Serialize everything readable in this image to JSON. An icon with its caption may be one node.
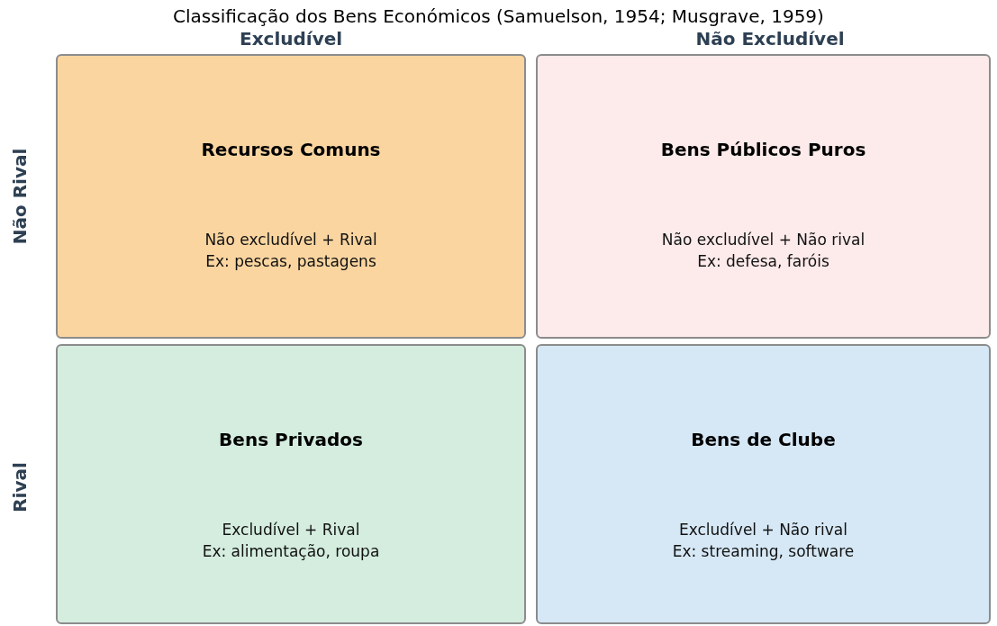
{
  "diagram": {
    "title": "Classificação dos Bens Económicos (Samuelson, 1954; Musgrave, 1959)",
    "nodes": [
      {
        "text": [
          "Recursos Comuns",
          "Não excludível + Rival",
          "Ex: pescas, pastagens"
        ]
      },
      {
        "text": [
          "Bens Públicos Puros",
          "Não excludível + Não rival",
          "Ex: defesa, faróis"
        ]
      },
      {
        "text": [
          "Bens Privados",
          "Excludível + Rival",
          "Ex: alimentação, roupa"
        ]
      },
      {
        "text": [
          "Bens de Clube",
          "Excludível + Não rival",
          "Ex: streaming, software"
        ]
      }
    ],
    "labels": [
      "Excludível",
      "Não Excludível",
      "Não Rival",
      "Rival"
    ]
  }
}
